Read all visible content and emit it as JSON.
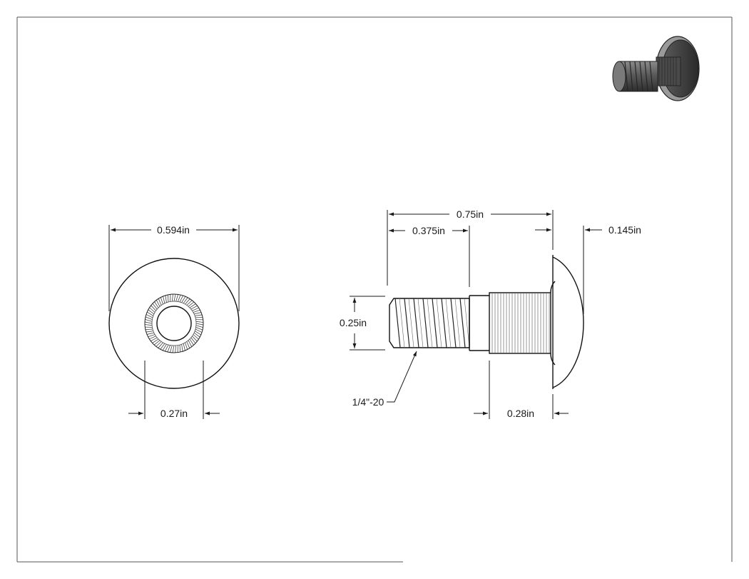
{
  "dimensions": {
    "head_diameter": "0.594in",
    "body_diameter": "0.27in",
    "overall_length": "0.75in",
    "thread_length": "0.375in",
    "head_height": "0.145in",
    "thread_diameter": "0.25in",
    "knurl_length": "0.28in",
    "thread_spec": "1/4\"-20"
  },
  "colors": {
    "line": "#1a1a1a",
    "frame": "#555555",
    "iso_dark": "#3c3c3c",
    "iso_mid": "#6e6e6e",
    "iso_light": "#9a9a9a"
  }
}
